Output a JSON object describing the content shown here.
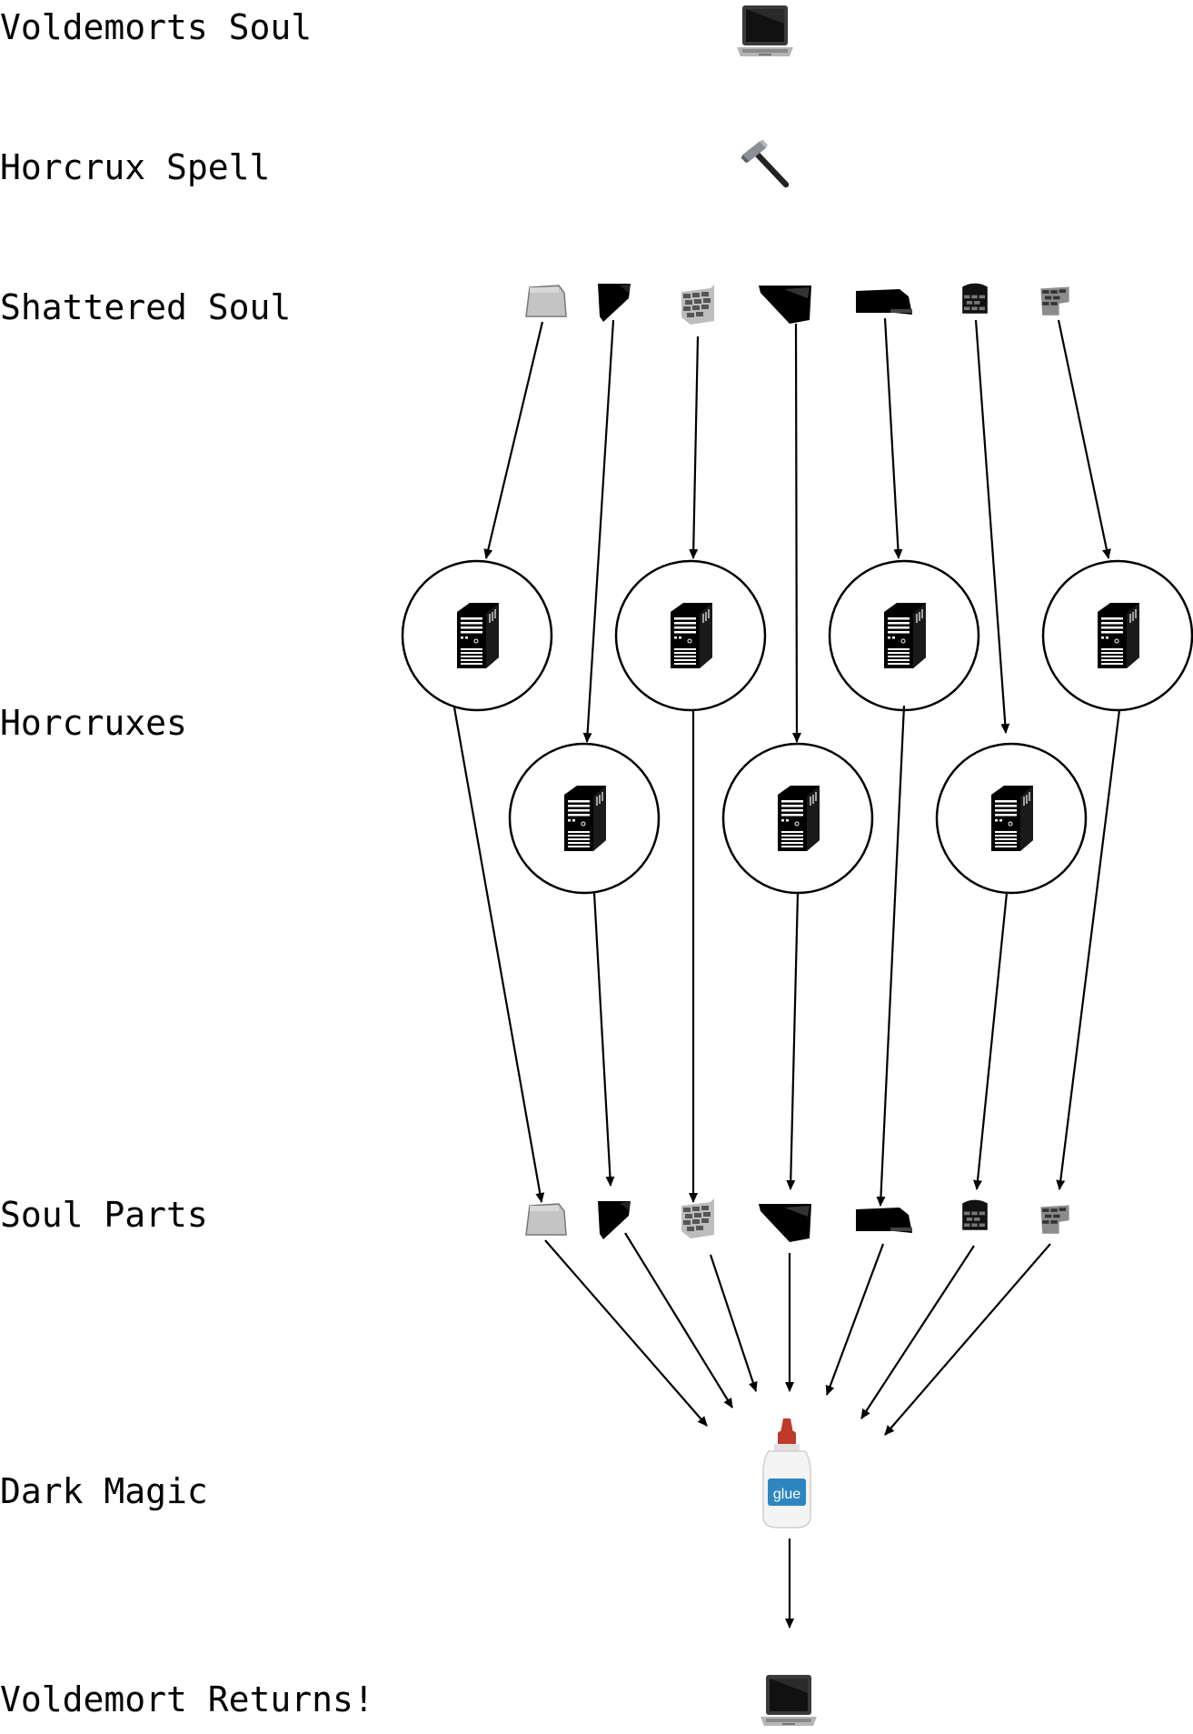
{
  "rows": {
    "soul": "Voldemorts Soul",
    "spell": "Horcrux Spell",
    "shattered": "Shattered Soul",
    "horcruxes": "Horcruxes",
    "parts": "Soul Parts",
    "magic": "Dark Magic",
    "returns": "Voldemort Returns!"
  },
  "icons": {
    "soul": "laptop-icon",
    "spell": "hammer-icon",
    "fragment": "brick-fragment-icon",
    "horcrux": "server-tower-icon",
    "magic": "glue-bottle-icon",
    "returns": "laptop-icon"
  },
  "glue_label": "glue",
  "fragment_count": 7,
  "horcrux_count": 7,
  "colors": {
    "glue_label_bg": "#2e86c1",
    "glue_cap": "#c0392b",
    "line": "#000000"
  }
}
